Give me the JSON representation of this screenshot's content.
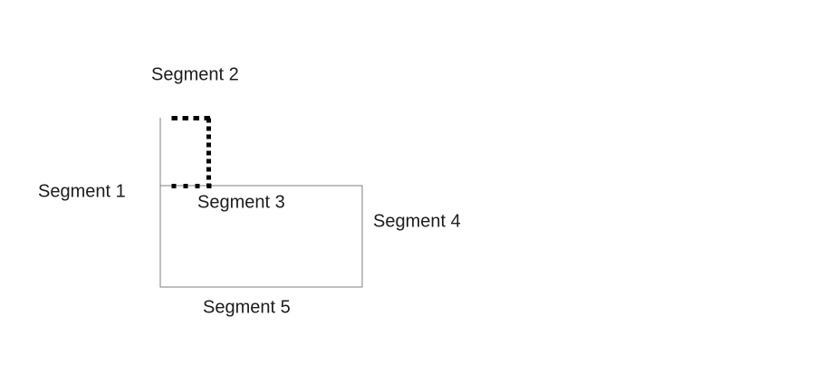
{
  "figure": {
    "labels": {
      "segment1": "Segment 1",
      "segment2": "Segment 2",
      "segment3": "Segment 3",
      "segment4": "Segment 4",
      "segment5": "Segment 5"
    }
  },
  "colors": {
    "outline": "#808080",
    "dashed": "#000000",
    "text": "#1c1c1c",
    "background": "#ffffff"
  }
}
